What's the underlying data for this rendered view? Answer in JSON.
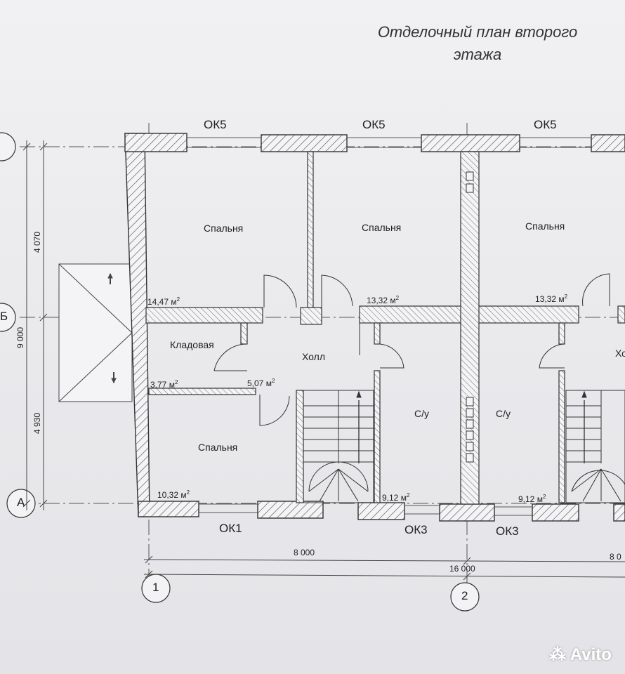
{
  "title": {
    "line1": "Отделочный план второго",
    "line2": "этажа"
  },
  "windows": {
    "top_1": "ОК5",
    "top_2": "ОК5",
    "top_3": "ОК5",
    "bottom_1": "ОК1",
    "bottom_2": "ОК3",
    "bottom_3": "ОК3"
  },
  "rooms": {
    "bedroom_1": {
      "name": "Спальня",
      "area": "14,47 м",
      "unit_exp": "2"
    },
    "bedroom_2": {
      "name": "Спальня",
      "area": "13,32 м",
      "unit_exp": "2"
    },
    "bedroom_3": {
      "name": "Спальня",
      "area": "13,32 м",
      "unit_exp": "2"
    },
    "storage": {
      "name": "Кладовая",
      "area": "3,77 м",
      "unit_exp": "2"
    },
    "hall": {
      "name": "Холл",
      "area": "5,07 м",
      "unit_exp": "2"
    },
    "hall_2_partial": {
      "name": "Хо"
    },
    "bedroom_4": {
      "name": "Спальня",
      "area": "10,32 м",
      "unit_exp": "2"
    },
    "bathroom_1": {
      "name": "С/у",
      "area": "9,12 м",
      "unit_exp": "2"
    },
    "bathroom_2": {
      "name": "С/у",
      "area": "9,12 м",
      "unit_exp": "2"
    }
  },
  "dimensions": {
    "span_1_2": "8 000",
    "total": "16 000",
    "right_partial": "8 0",
    "vertical_total": "9 000",
    "vertical_upper": "4 070",
    "vertical_lower": "4 930"
  },
  "axes": {
    "a": "А",
    "b": "Б",
    "n1": "1",
    "n2": "2"
  },
  "watermark": "Avito",
  "colors": {
    "wall_hatch": "#555555",
    "line": "#333333",
    "background": "#ededef"
  }
}
